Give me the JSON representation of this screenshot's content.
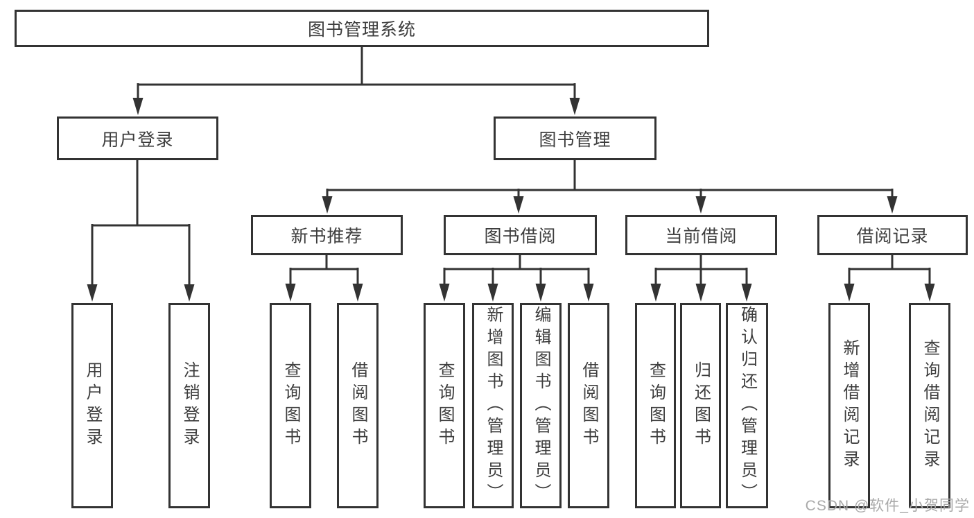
{
  "diagram_title": "图书管理系统",
  "colors": {
    "border": "#333333",
    "line": "#333333",
    "text": "#3d3d3d",
    "background": "#ffffff",
    "watermark": "#a9a9a9"
  },
  "nodes": {
    "root": "图书管理系统",
    "user_login": "用户登录",
    "book_management": "图书管理",
    "new_book_rec": "新书推荐",
    "book_borrow": "图书借阅",
    "current_borrow": "当前借阅",
    "borrow_record": "借阅记录",
    "leaves": {
      "user_login": [
        "用户登录",
        "注销登录"
      ],
      "new_book_rec": [
        "查询图书",
        "借阅图书"
      ],
      "book_borrow": [
        "查询图书",
        "新增图书（管理员）",
        "编辑图书（管理员）",
        "借阅图书"
      ],
      "current_borrow": [
        "查询图书",
        "归还图书",
        "确认归还（管理员）"
      ],
      "borrow_record": [
        "新增借阅记录",
        "查询借阅记录"
      ]
    }
  },
  "watermark": "CSDN @软件_小贺同学"
}
